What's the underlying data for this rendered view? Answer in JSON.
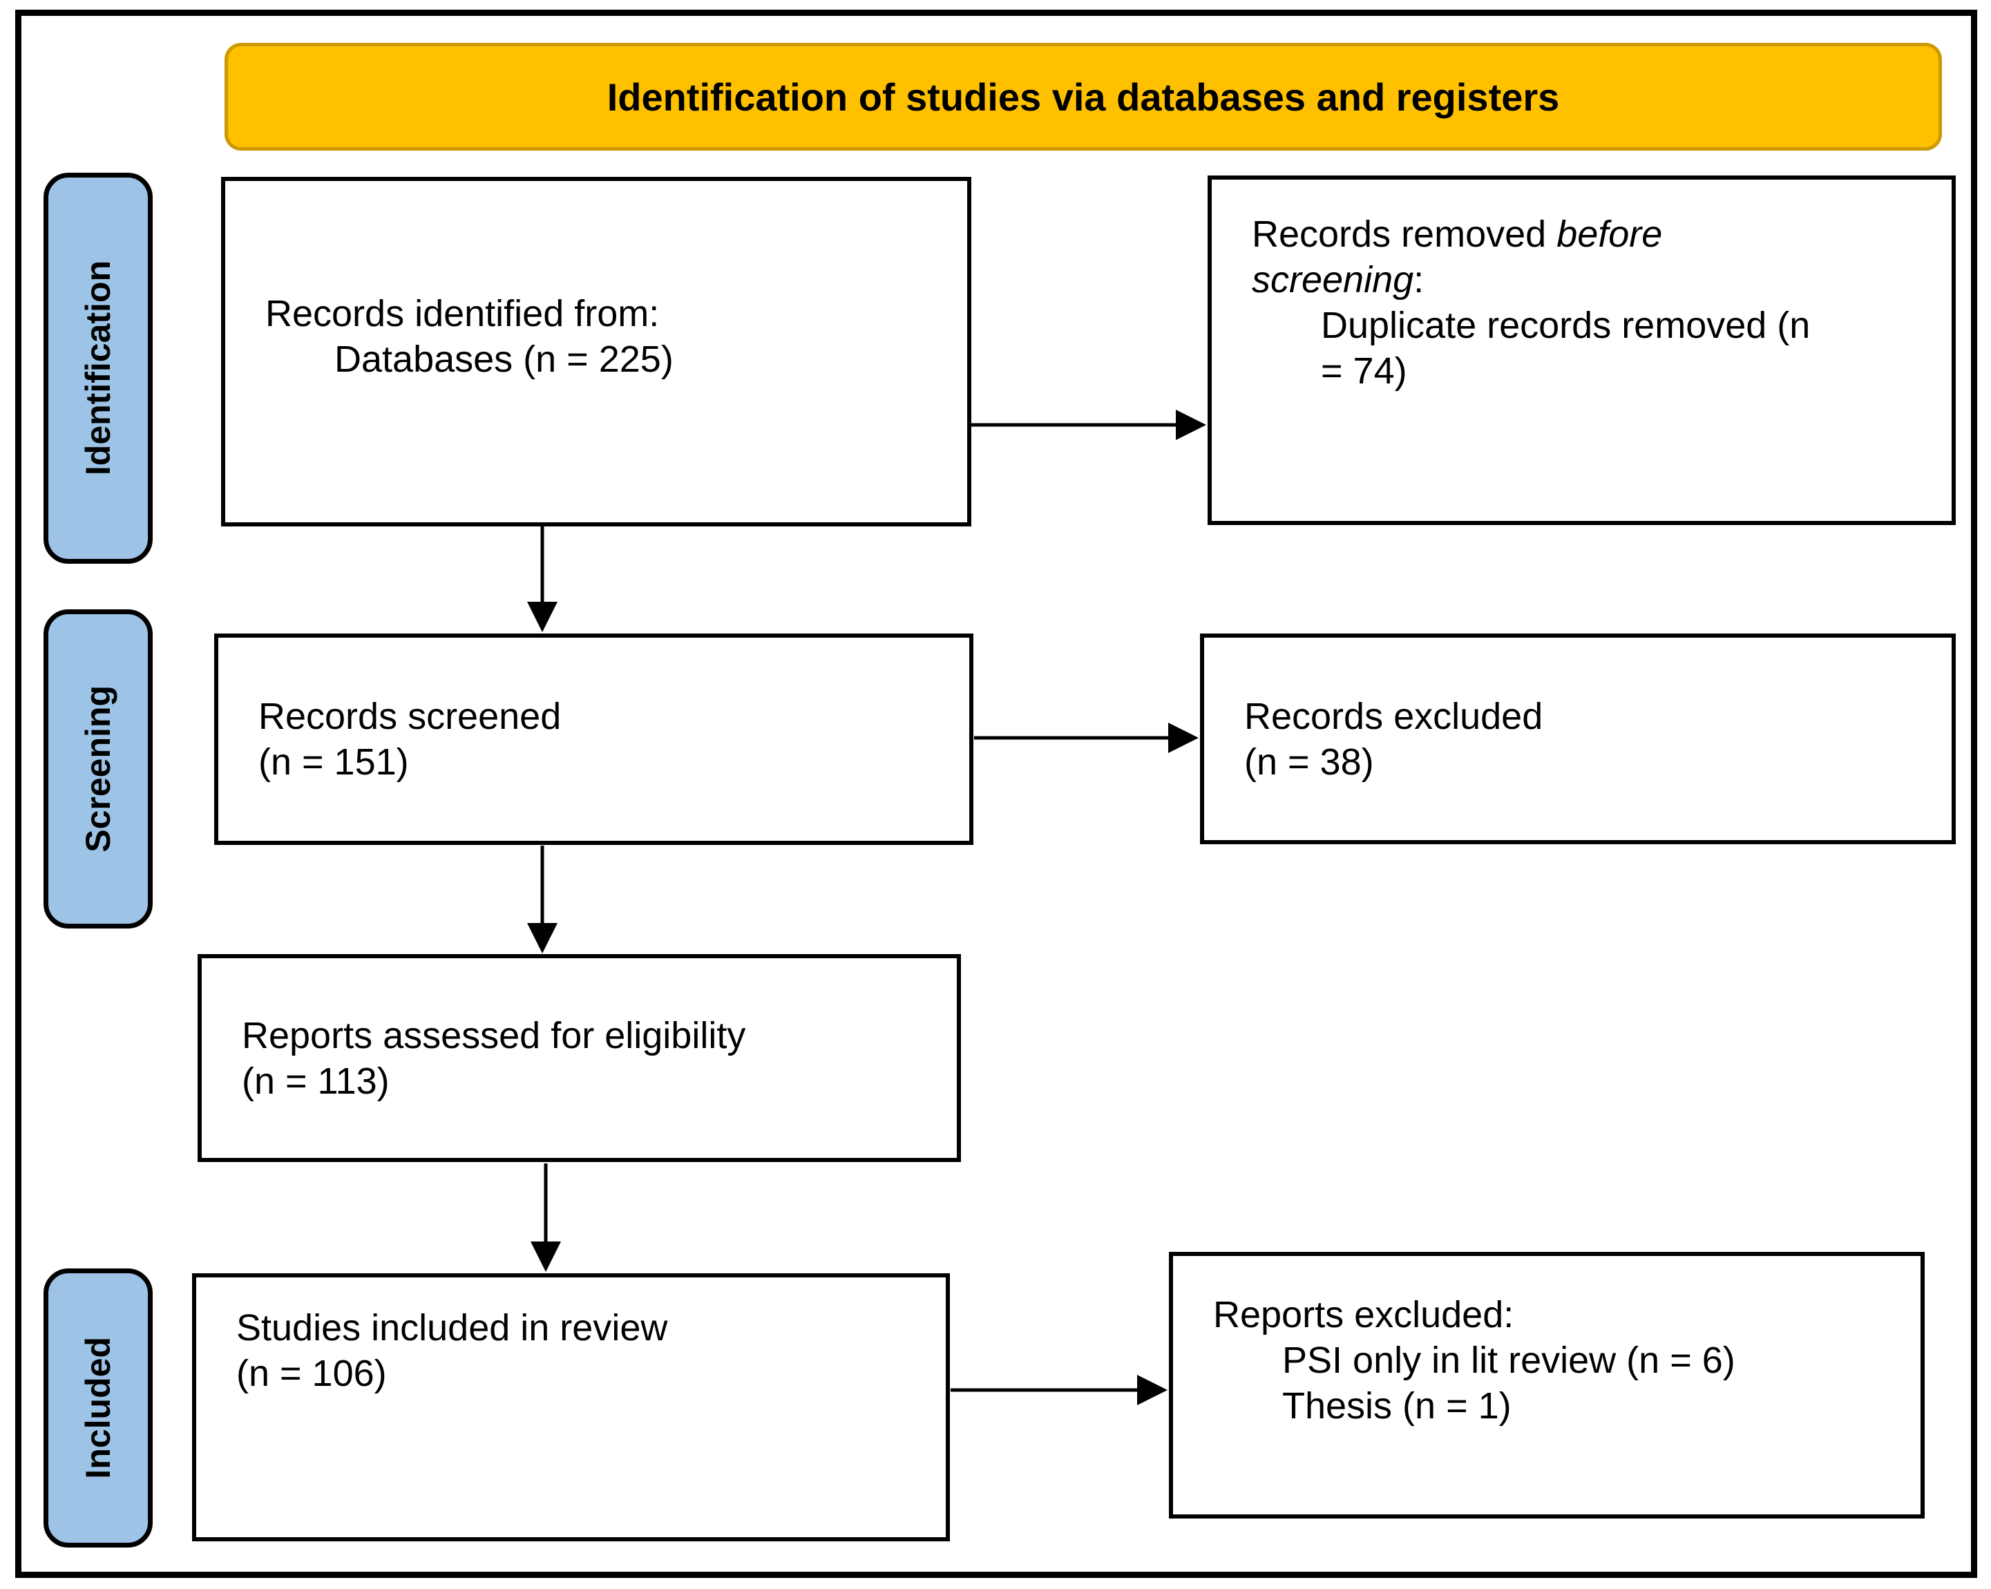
{
  "title": "Identification of studies via databases and registers",
  "colors": {
    "header_bg": "#FFC000",
    "header_border": "#CC9900",
    "stage_bg": "#9DC3E6"
  },
  "stages": {
    "identification": "Identification",
    "screening": "Screening",
    "included": "Included"
  },
  "boxes": {
    "records_identified": {
      "line1": "Records identified from:",
      "item1": "Databases (n = 225)"
    },
    "records_removed": {
      "line1_normal": "Records removed ",
      "line1_italic": "before",
      "line2_italic": "screening",
      "line2_normal": ":",
      "item1_line1": "Duplicate records removed (n",
      "item1_line2": "= 74)"
    },
    "records_screened": {
      "line1": "Records screened",
      "line2": "(n = 151)"
    },
    "records_excluded": {
      "line1": "Records excluded",
      "line2": "(n = 38)"
    },
    "reports_assessed": {
      "line1": "Reports assessed for eligibility",
      "line2": "(n = 113)"
    },
    "studies_included": {
      "line1": "Studies included in review",
      "line2": "(n = 106)"
    },
    "reports_excluded": {
      "line1": "Reports excluded:",
      "item1": "PSI only in lit review (n = 6)",
      "item2": "Thesis (n = 1)"
    }
  }
}
